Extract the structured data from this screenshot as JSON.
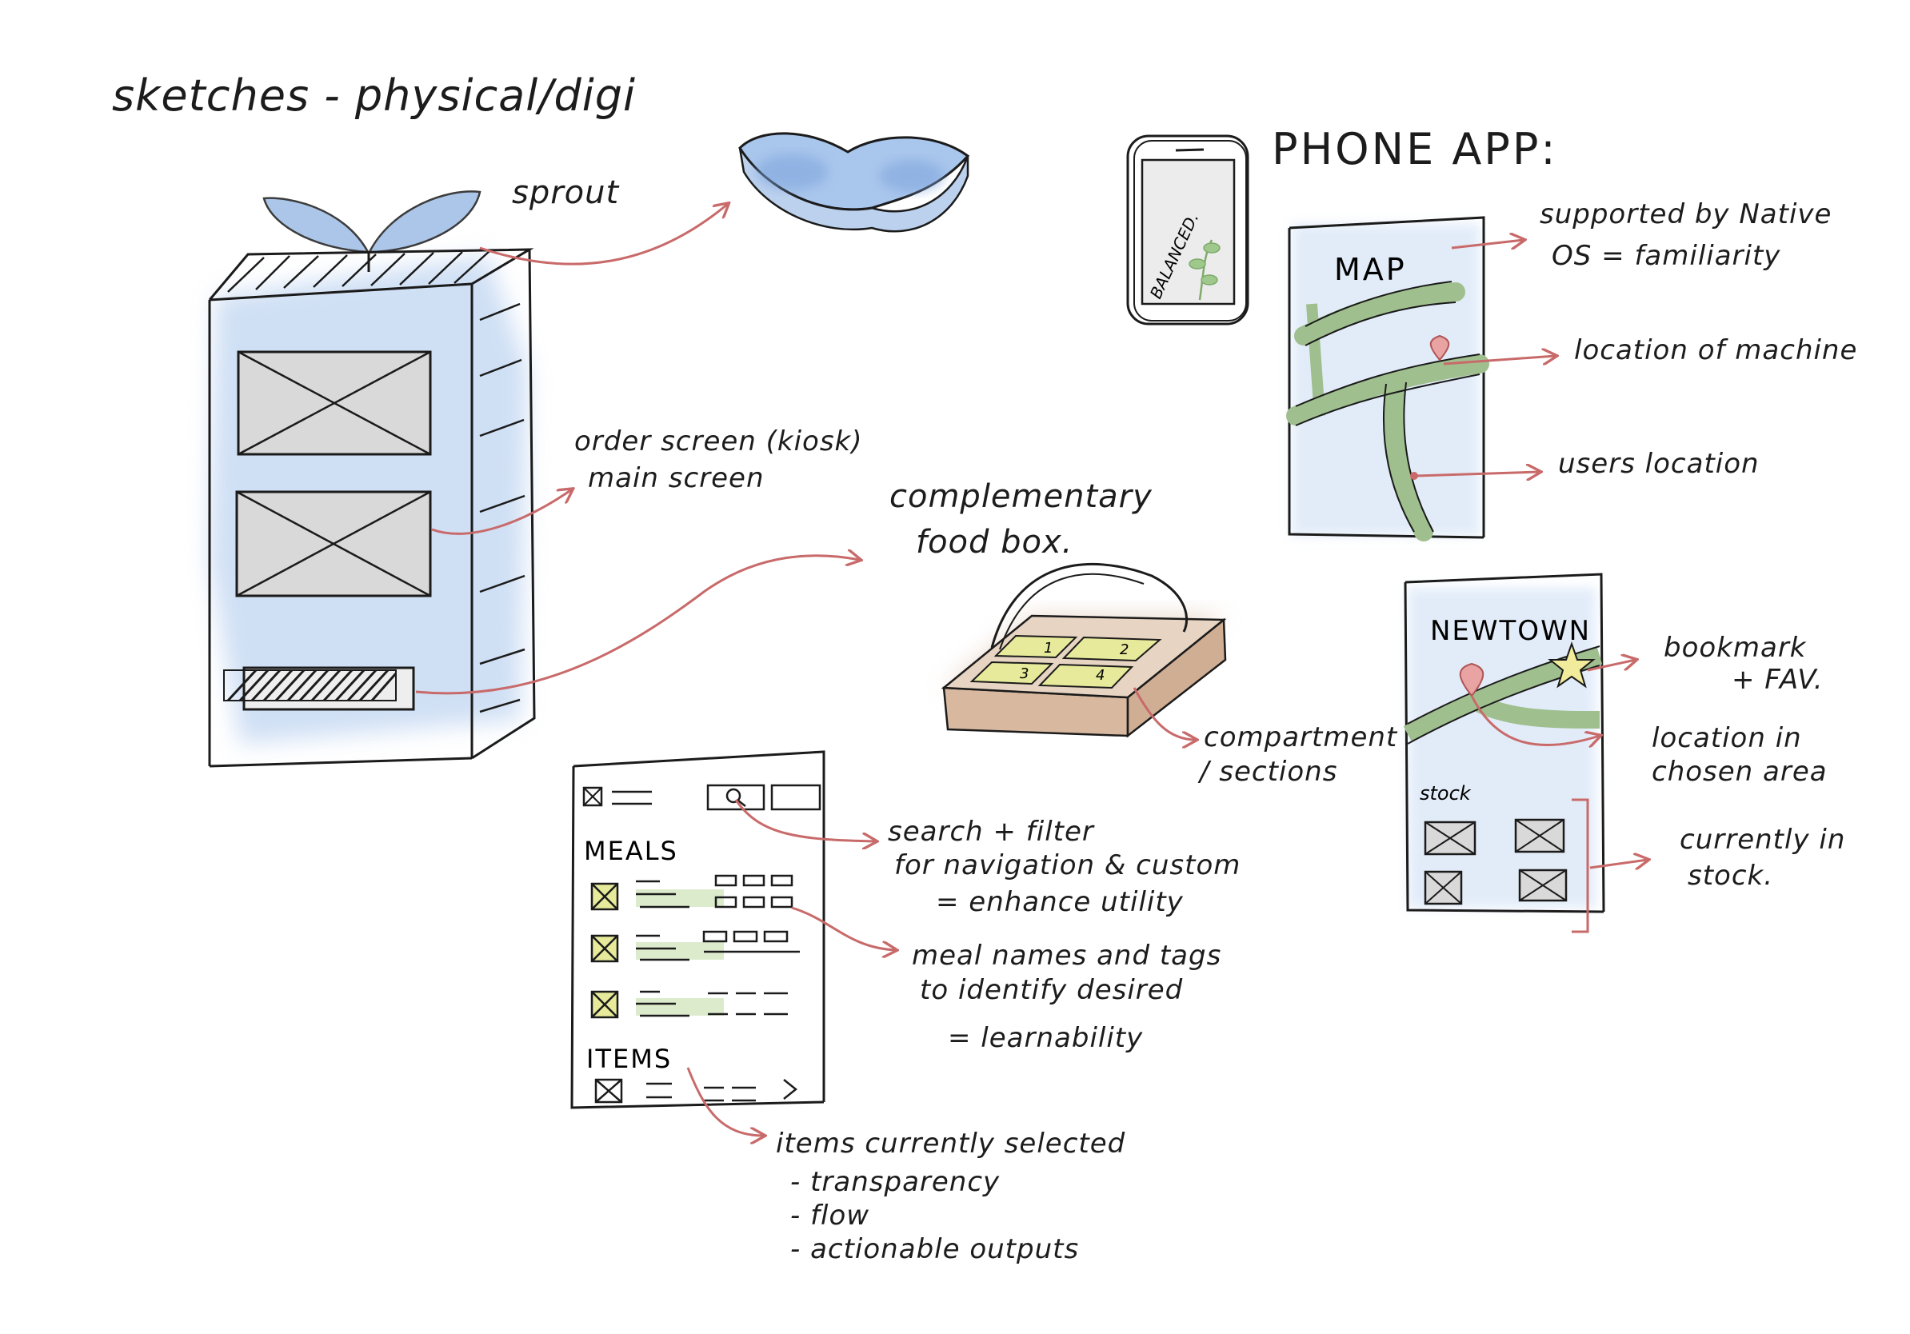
{
  "title": "sketches - physical/digi",
  "kiosk": {
    "sprout_label": "sprout",
    "order_screen_label_1": "order screen (kiosk)",
    "order_screen_label_2": "main screen"
  },
  "food_box": {
    "label_1": "complementary",
    "label_2": "food box.",
    "compartment_numbers": [
      "1",
      "2",
      "3",
      "4"
    ],
    "compartment_label_1": "compartment",
    "compartment_label_2": "/ sections"
  },
  "phone_app": {
    "heading": "PHONE APP:",
    "phone_screen_text": "BALANCED.",
    "map_label": "MAP",
    "supported_1": "supported by Native",
    "supported_2": "OS  = familiarity",
    "machine_location": "location of machine",
    "user_location": "users location"
  },
  "newtown_screen": {
    "title": "NEWTOWN",
    "stock_label": "stock",
    "bookmark_1": "bookmark",
    "bookmark_2": "+ FAV.",
    "chosen_area_1": "location in",
    "chosen_area_2": "chosen area",
    "in_stock_1": "currently in",
    "in_stock_2": "stock."
  },
  "order_screen": {
    "meals_label": "MEALS",
    "items_label": "ITEMS",
    "search_1": "search + filter",
    "search_2": "for navigation & custom",
    "search_3": "= enhance utility",
    "meal_names_1": "meal names  and tags",
    "meal_names_2": "to identify desired",
    "meal_names_3": "= learnability",
    "selected_1": "items  currently selected",
    "selected_2": "- transparency",
    "selected_3": "- flow",
    "selected_4": "- actionable  outputs"
  },
  "colors": {
    "ink": "#1b1b1b",
    "arrow": "#c96a6a",
    "blue_wash": "#a9c6ec",
    "grey_wash": "#d9d9d9",
    "green_road": "#9fbf8e",
    "box_brown": "#d8b9a0",
    "yellow_green": "#e6ea9a"
  }
}
